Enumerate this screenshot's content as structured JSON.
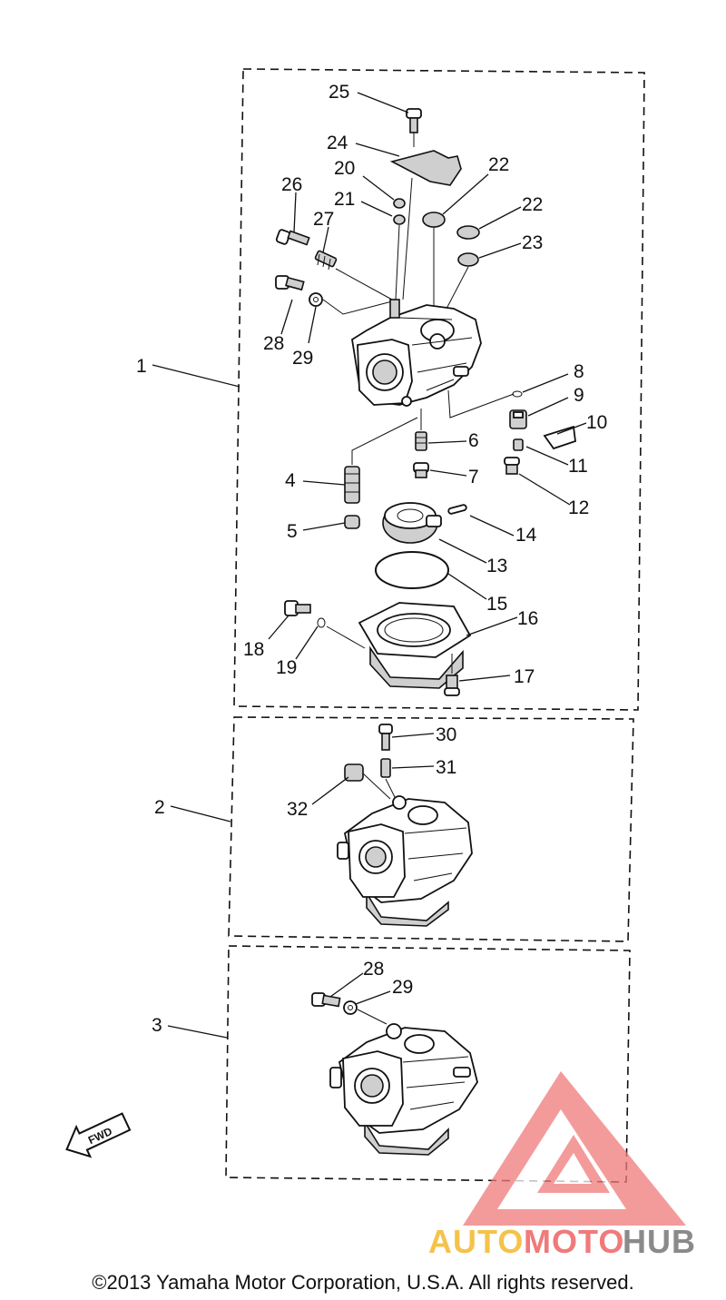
{
  "diagram": {
    "callouts": {
      "c1": "1",
      "c2": "2",
      "c3": "3",
      "c4": "4",
      "c5": "5",
      "c6": "6",
      "c7": "7",
      "c8": "8",
      "c9": "9",
      "c10": "10",
      "c11": "11",
      "c12": "12",
      "c13": "13",
      "c14": "14",
      "c15": "15",
      "c16": "16",
      "c17": "17",
      "c18": "18",
      "c19": "19",
      "c20": "20",
      "c21": "21",
      "c22a": "22",
      "c22b": "22",
      "c23": "23",
      "c24": "24",
      "c25": "25",
      "c26": "26",
      "c27": "27",
      "c28a": "28",
      "c29a": "29",
      "c30": "30",
      "c31": "31",
      "c32": "32",
      "c28b": "28",
      "c29b": "29"
    },
    "fwd_label": "FWD"
  },
  "watermark": {
    "word_part1": "AUTO",
    "word_part2": "MOTO",
    "word_part3": "HUB",
    "colors": {
      "auto": "#f5c24a",
      "moto": "#f07a7a",
      "hub": "#8a8a8a",
      "logo": "#f07a7a"
    }
  },
  "footer": {
    "copyright": "©2013 Yamaha Motor Corporation, U.S.A. All rights reserved."
  }
}
